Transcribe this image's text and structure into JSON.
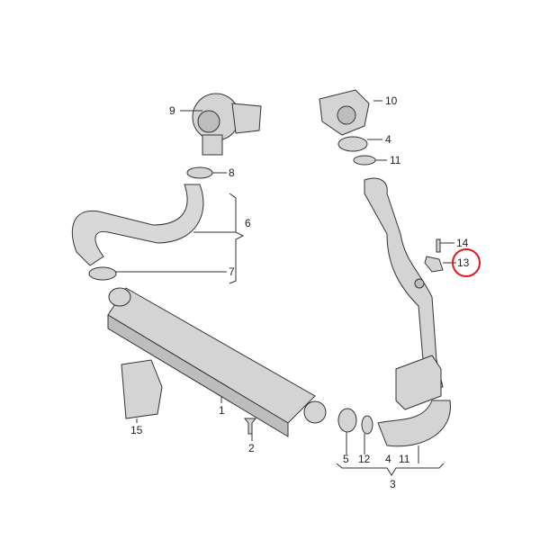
{
  "callouts": {
    "c1": "1",
    "c2": "2",
    "c3": "3",
    "c4": "4",
    "c5": "5",
    "c6": "6",
    "c7": "7",
    "c8": "8",
    "c9": "9",
    "c10": "10",
    "c11": "11",
    "c12": "12",
    "c13": "13",
    "c14": "14",
    "c15": "15",
    "b5": "5",
    "b12": "12",
    "b4": "4",
    "b11": "11"
  },
  "highlight": {
    "callout": "13",
    "color": "#e0191f"
  }
}
